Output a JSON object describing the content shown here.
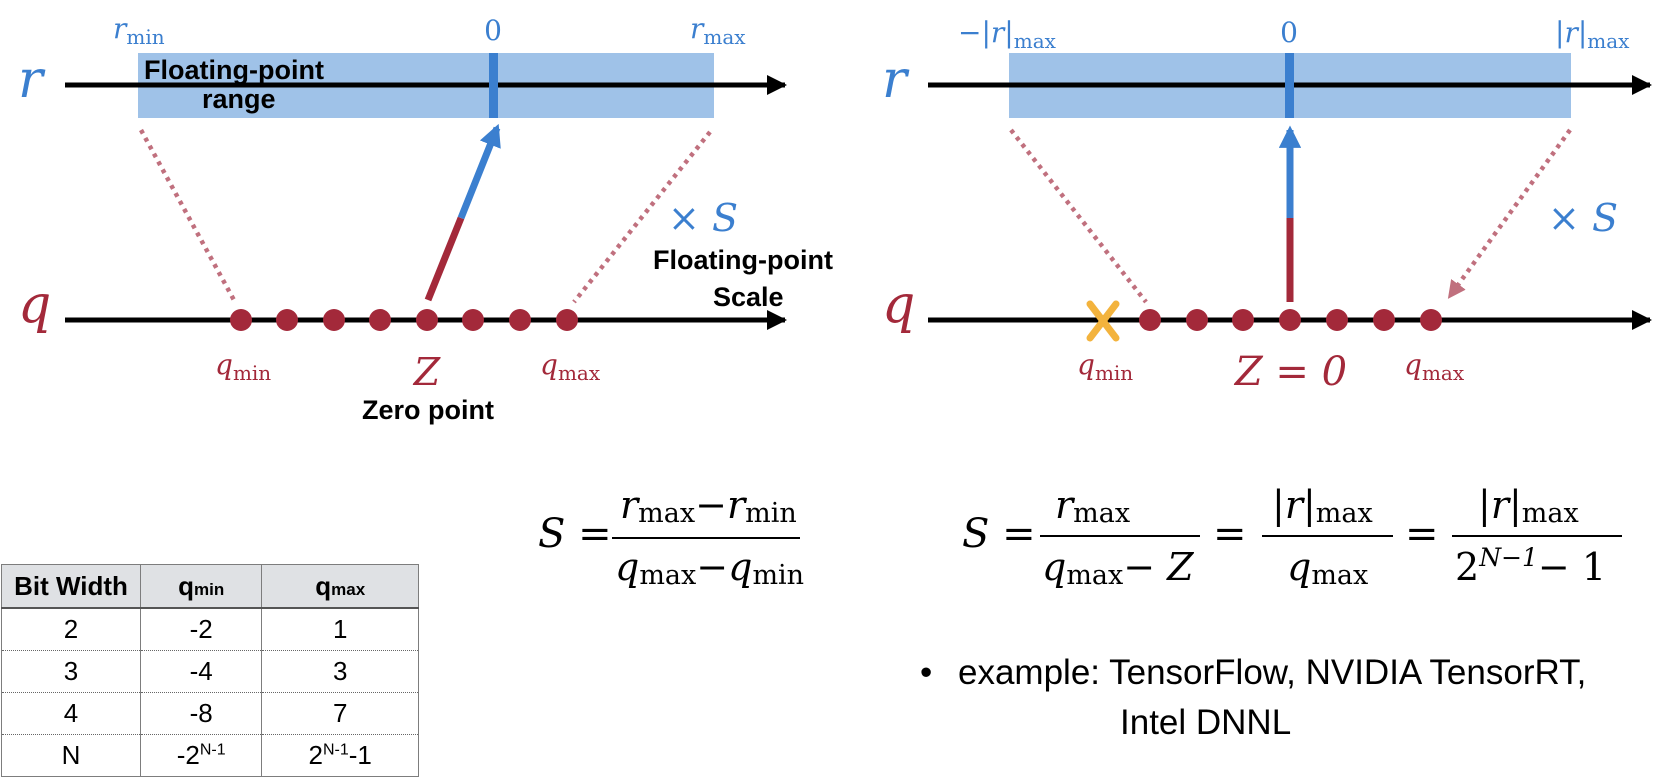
{
  "colors": {
    "blue": "#3b7fcf",
    "red": "#a3293a",
    "range_fill": "#9fc2e8",
    "dotted_pink": "#c0707e",
    "orange_x": "#f3b33d",
    "axis": "#000000"
  },
  "icons": {
    "excluded_point": "x-mark-icon",
    "axis_arrow": "arrow-head-icon"
  },
  "left_diagram": {
    "r_axis_label": "r",
    "q_axis_label": "q",
    "r_min_base": "r",
    "r_min_sub": "min",
    "r_zero": "0",
    "r_max_base": "r",
    "r_max_sub": "max",
    "range_label_line1": "Floating-point",
    "range_label_line2": "range",
    "scale_times": "×",
    "scale_symbol": "S",
    "scale_label_line1": "Floating-point",
    "scale_label_line2": "Scale",
    "q_min_base": "q",
    "q_min_sub": "min",
    "z_label": "Z",
    "zero_point_label": "Zero point",
    "q_max_base": "q",
    "q_max_sub": "max"
  },
  "right_diagram": {
    "r_axis_label": "r",
    "q_axis_label": "q",
    "r_neg_max_prefix": "−|",
    "r_neg_max_var": "r",
    "r_neg_max_suffix": "|",
    "r_neg_max_sub": "max",
    "r_zero": "0",
    "r_abs_max_prefix": "|",
    "r_abs_max_var": "r",
    "r_abs_max_suffix": "|",
    "r_abs_max_sub": "max",
    "scale_times": "×",
    "scale_symbol": "S",
    "q_min_base": "q",
    "q_min_sub": "min",
    "z_eq_label": "Z = 0",
    "q_max_base": "q",
    "q_max_sub": "max"
  },
  "formula_left": {
    "lhs": "S =",
    "num_a": "r",
    "num_a_sub": "max",
    "num_op": "−",
    "num_b": "r",
    "num_b_sub": "min",
    "den_a": "q",
    "den_a_sub": "max",
    "den_op": "−",
    "den_b": "q",
    "den_b_sub": "min"
  },
  "formula_right": {
    "lhs": "S =",
    "f1_num": "r",
    "f1_num_sub": "max",
    "f1_den_a": "q",
    "f1_den_a_sub": "max",
    "f1_den_op": "− Z",
    "eq2": "=",
    "f2_num_prefix": "|",
    "f2_num_var": "r",
    "f2_num_suffix": "|",
    "f2_num_sub": "max",
    "f2_den": "q",
    "f2_den_sub": "max",
    "eq3": "=",
    "f3_num_prefix": "|",
    "f3_num_var": "r",
    "f3_num_suffix": "|",
    "f3_num_sub": "max",
    "f3_den_base": "2",
    "f3_den_sup": "N−1",
    "f3_den_tail": "− 1"
  },
  "table": {
    "headers": {
      "bit_width": "Bit Width",
      "q_min_base": "q",
      "q_min_sub": "min",
      "q_max_base": "q",
      "q_max_sub": "max"
    },
    "rows": [
      {
        "bits": "2",
        "qmin": "-2",
        "qmax": "1"
      },
      {
        "bits": "3",
        "qmin": "-4",
        "qmax": "3"
      },
      {
        "bits": "4",
        "qmin": "-8",
        "qmax": "7"
      }
    ],
    "last_row": {
      "bits": "N",
      "qmin_pre": "-2",
      "qmin_sup": "N-1",
      "qmax_pre": "2",
      "qmax_sup": "N-1",
      "qmax_post": "-1"
    }
  },
  "example": {
    "bullet": "•",
    "line1": "example: TensorFlow, NVIDIA TensorRT,",
    "line2": "Intel DNNL"
  }
}
